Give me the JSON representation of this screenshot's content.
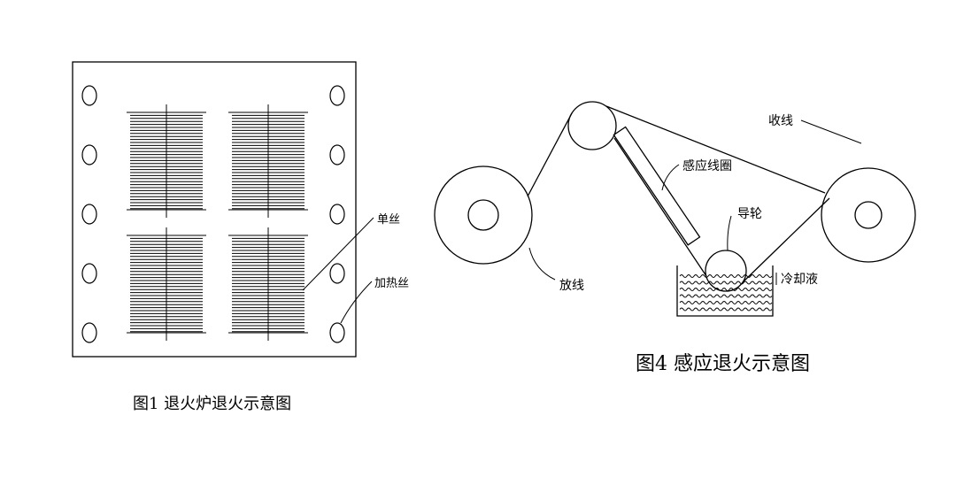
{
  "figure1": {
    "caption": "图1  退火炉退火示意图",
    "labels": {
      "single_wire": "单丝",
      "heating_wire": "加热丝"
    },
    "heating_wire_holes_per_side": 5,
    "coils": 4
  },
  "figure4": {
    "caption": "图4  感应退火示意图",
    "labels": {
      "pay_off": "放线",
      "induction_coil": "感应线圈",
      "guide_wheel": "导轮",
      "take_up": "收线",
      "coolant": "冷却液"
    }
  }
}
